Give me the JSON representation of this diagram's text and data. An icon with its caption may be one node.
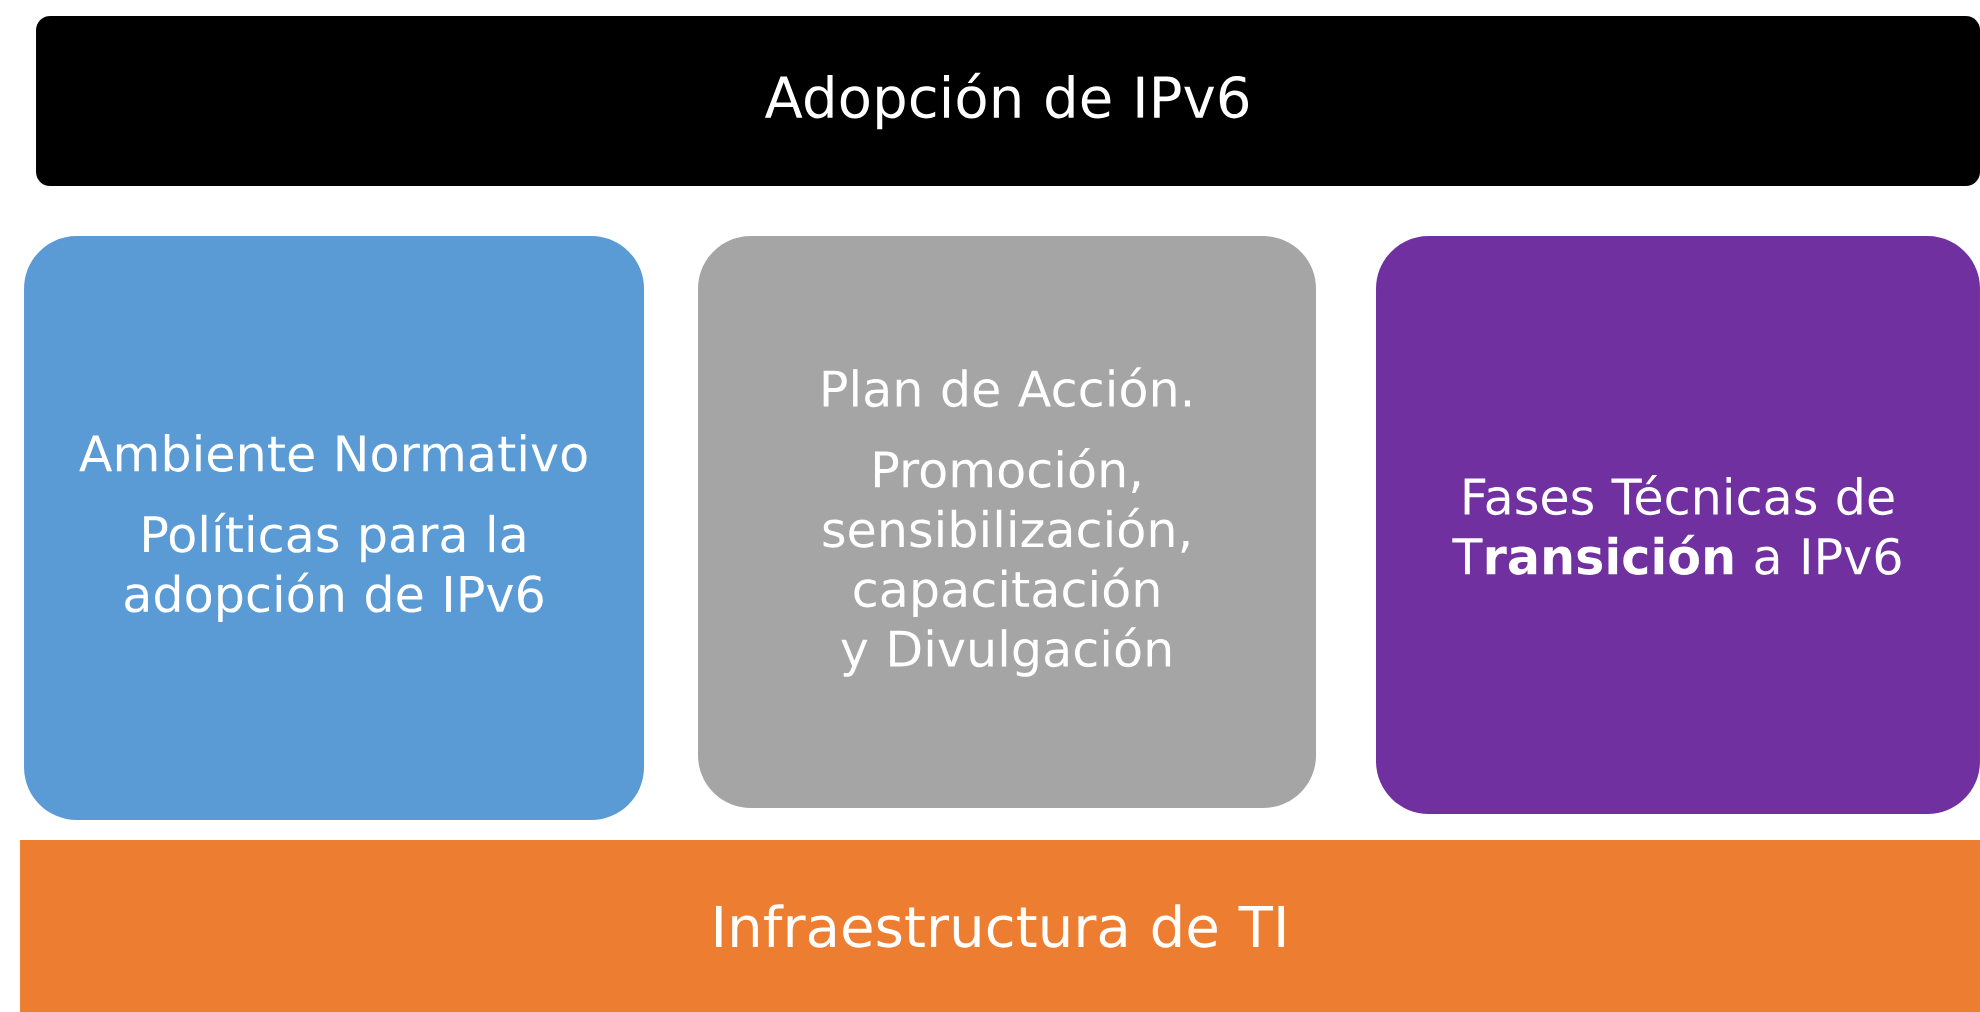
{
  "diagram": {
    "nodes": [
      {
        "text": [
          "Adopción de IPv6"
        ]
      },
      {
        "text": [
          "Ambiente Normativo",
          "Políticas para la adopción de IPv6"
        ]
      },
      {
        "text": [
          "Plan de Acción.",
          "Promoción, sensibilización, capacitación y Divulgación"
        ]
      },
      {
        "text": [
          "Fases Técnicas de T**ransición** a IPv6"
        ]
      },
      {
        "text": [
          "Infraestructura de TI"
        ]
      }
    ]
  }
}
